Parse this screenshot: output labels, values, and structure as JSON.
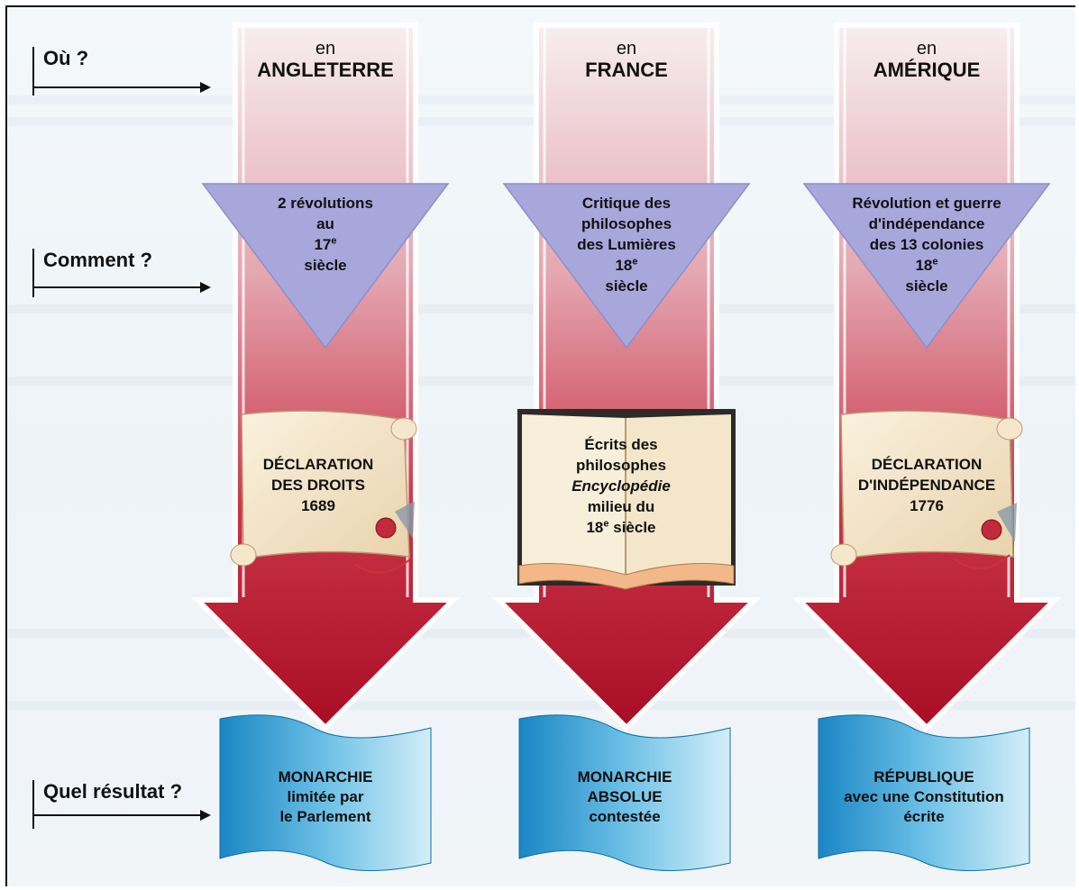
{
  "row_labels": {
    "where": "Où ?",
    "how": "Comment ?",
    "result": "Quel résultat ?"
  },
  "columns": [
    {
      "prefix": "en",
      "country": "ANGLETERRE",
      "how_lines": [
        "2 révolutions",
        "au",
        "17",
        "siècle"
      ],
      "how_sup": "e",
      "doc_lines": [
        "DÉCLARATION",
        "DES DROITS",
        "1689"
      ],
      "result_lines": [
        "MONARCHIE",
        "limitée par",
        "le Parlement"
      ]
    },
    {
      "prefix": "en",
      "country": "FRANCE",
      "how_lines": [
        "Critique des",
        "philosophes",
        "des Lumières",
        "18",
        "siècle"
      ],
      "how_sup": "e",
      "doc_lines": [
        "Écrits des",
        "philosophes",
        "Encyclopédie",
        "milieu du",
        "18",
        "siècle"
      ],
      "doc_sup": "e",
      "result_lines": [
        "MONARCHIE",
        "ABSOLUE",
        "contestée"
      ]
    },
    {
      "prefix": "en",
      "country": "AMÉRIQUE",
      "how_lines": [
        "Révolution et guerre",
        "d'indépendance",
        "des 13 colonies",
        "18",
        "siècle"
      ],
      "how_sup": "e",
      "doc_lines": [
        "DÉCLARATION",
        "D'INDÉPENDANCE",
        "1776"
      ],
      "result_lines": [
        "RÉPUBLIQUE",
        "avec une Constitution",
        "écrite"
      ]
    }
  ],
  "colors": {
    "arrow_top": "#f3e6ea",
    "arrow_bottom": "#b5122a",
    "triangle": "#a9a8dc",
    "scroll": "#f3e4c8",
    "book": "#f7ecd5",
    "flag_dark": "#1f8fcb",
    "flag_light": "#c9e9f7"
  }
}
